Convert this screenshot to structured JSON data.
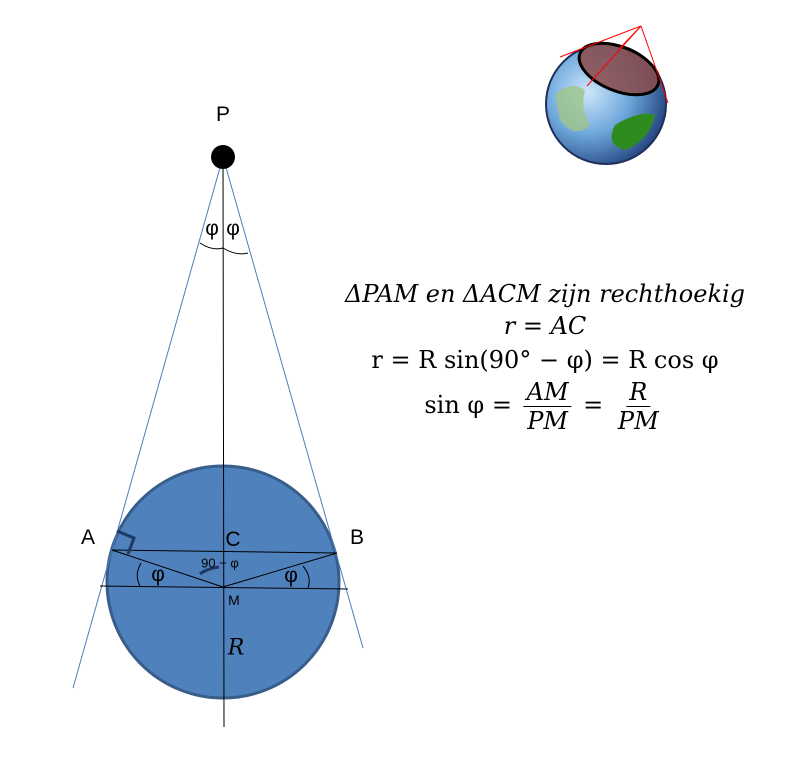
{
  "labels": {
    "P": "P",
    "A": "A",
    "B": "B",
    "C": "C",
    "M": "M",
    "R": "R",
    "phi": "φ",
    "angle_c": "90 − φ"
  },
  "equations": {
    "line1": "ΔPAM en ΔACM zijn rechthoekig",
    "line2": "r = AC",
    "line3": "r = R sin(90° − φ) = R cos φ",
    "line4_lhs": "sin φ =",
    "line4_num1": "AM",
    "line4_den1": "PM",
    "line4_eq": "=",
    "line4_num2": "R",
    "line4_den2": "PM"
  },
  "colors": {
    "sphere_fill": "#4f81bd",
    "sphere_stroke": "#385d8a",
    "tangent": "#4a7ebb"
  }
}
